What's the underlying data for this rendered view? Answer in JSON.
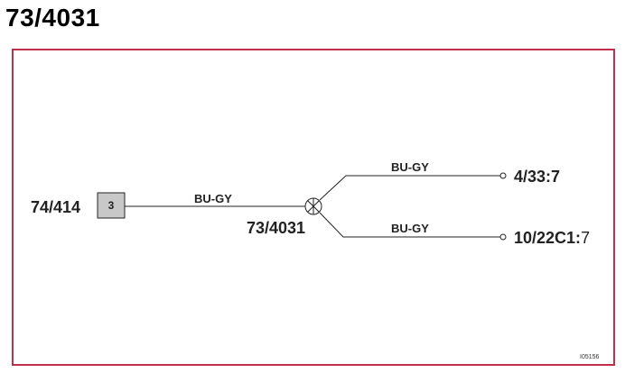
{
  "page": {
    "title": "73/4031"
  },
  "diagram": {
    "connector": {
      "label": "74/414",
      "pin": "3"
    },
    "splice": {
      "label": "73/4031"
    },
    "wires": {
      "main": {
        "color_code": "BU-GY"
      },
      "upper": {
        "color_code": "BU-GY"
      },
      "lower": {
        "color_code": "BU-GY"
      }
    },
    "terminals": {
      "upper": {
        "label": "4/33:7"
      },
      "lower": {
        "label_bold": "10/22C1:",
        "label_normal": "7"
      }
    },
    "reference_id": "I05156"
  },
  "colors": {
    "frame": "#c0304a",
    "connector_fill": "#c8c8c8",
    "line": "#222222"
  }
}
